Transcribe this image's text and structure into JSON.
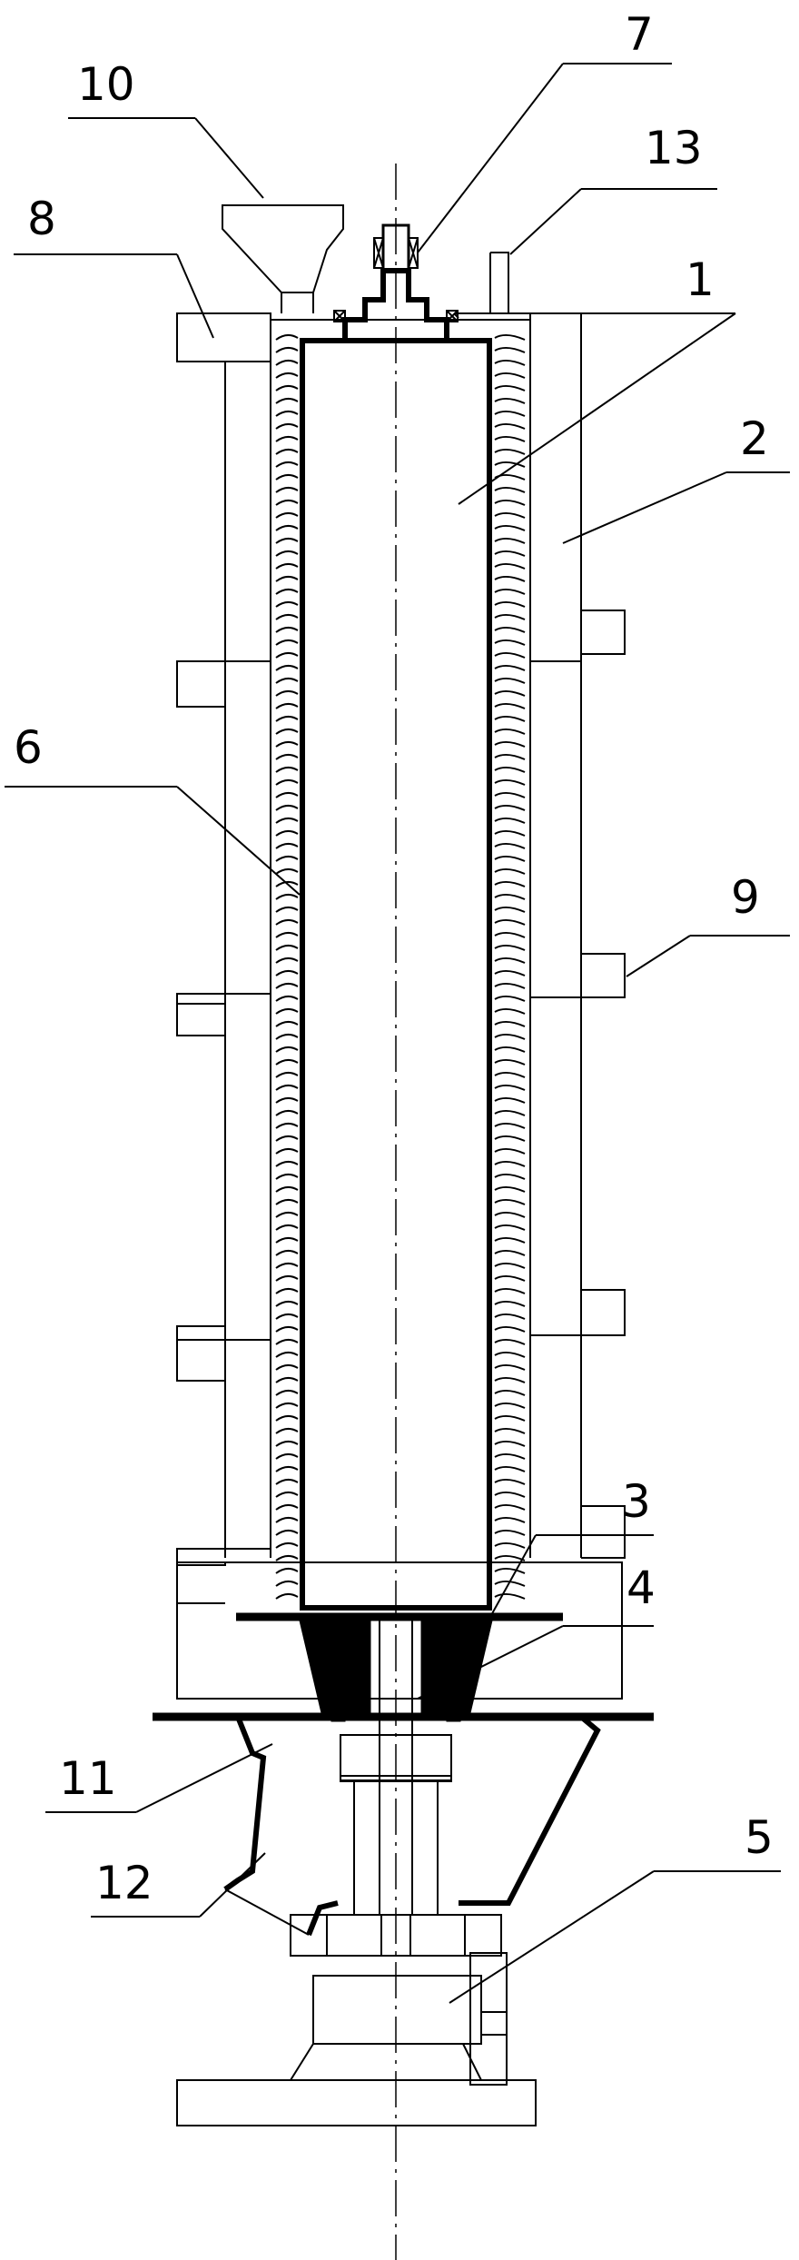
{
  "labels": {
    "l1": "1",
    "l2": "2",
    "l3": "3",
    "l4": "4",
    "l5": "5",
    "l6": "6",
    "l7": "7",
    "l8": "8",
    "l9": "9",
    "l10": "10",
    "l11": "11",
    "l12": "12",
    "l13": "13"
  },
  "colors": {
    "line": "#000000",
    "background": "#ffffff"
  }
}
